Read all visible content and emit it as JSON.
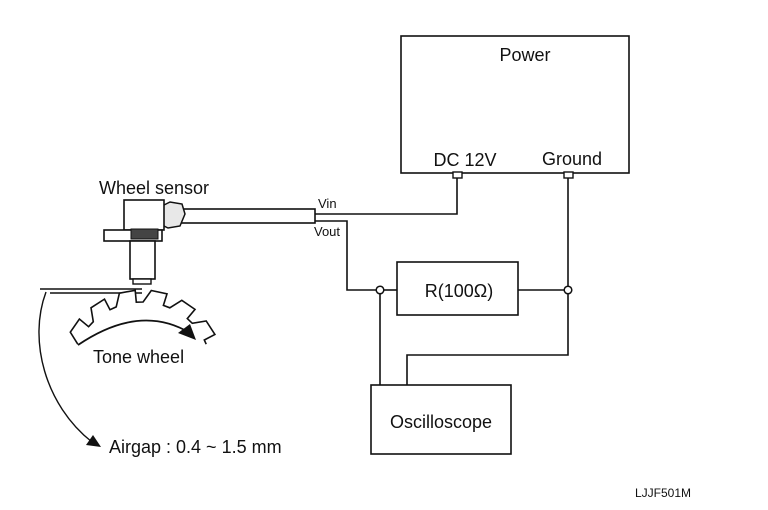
{
  "power": {
    "title": "Power",
    "dc_label": "DC 12V",
    "ground_label": "Ground"
  },
  "sensor": {
    "label": "Wheel sensor",
    "vin_label": "Vin",
    "vout_label": "Vout"
  },
  "resistor": {
    "label": "R(100Ω)"
  },
  "oscilloscope": {
    "label": "Oscilloscope"
  },
  "tone_wheel": {
    "label": "Tone wheel"
  },
  "airgap": {
    "label": "Airgap : 0.4 ~ 1.5 mm"
  },
  "figure_code": "LJJF501M"
}
